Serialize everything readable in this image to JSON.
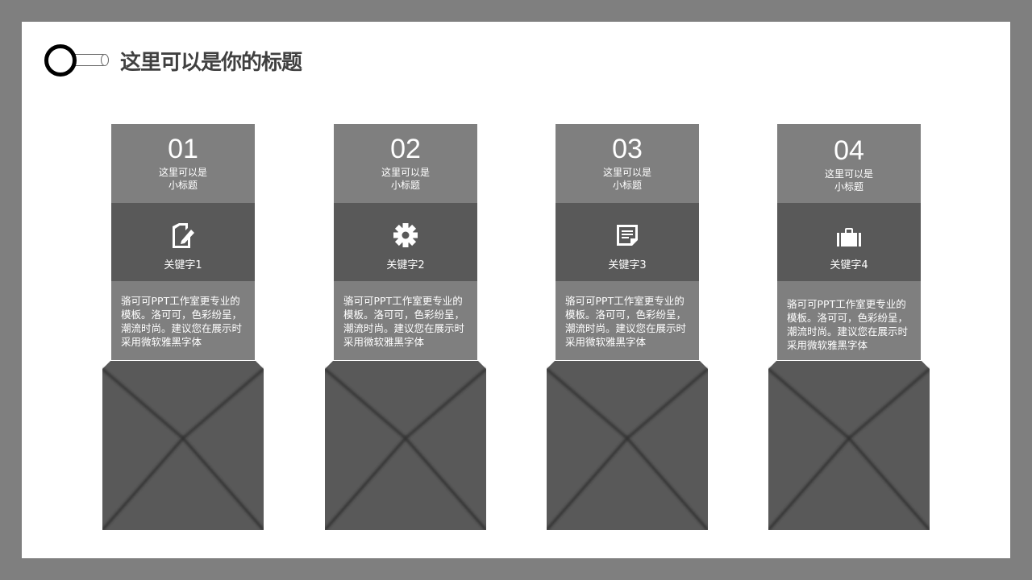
{
  "header": {
    "title": "这里可以是你的标题"
  },
  "cards": [
    {
      "number": "01",
      "subtitle_line1": "这里可以是",
      "subtitle_line2": "小标题",
      "icon": "edit-document-icon",
      "keyword": "关键字1",
      "description": "骆可可PPT工作室更专业的模板。洛可可，色彩纷呈，潮流时尚。建议您在展示时采用微软雅黑字体"
    },
    {
      "number": "02",
      "subtitle_line1": "这里可以是",
      "subtitle_line2": "小标题",
      "icon": "gear-icon",
      "keyword": "关键字2",
      "description": "骆可可PPT工作室更专业的模板。洛可可，色彩纷呈，潮流时尚。建议您在展示时采用微软雅黑字体"
    },
    {
      "number": "03",
      "subtitle_line1": "这里可以是",
      "subtitle_line2": "小标题",
      "icon": "note-icon",
      "keyword": "关键字3",
      "description": "骆可可PPT工作室更专业的模板。洛可可，色彩纷呈，潮流时尚。建议您在展示时采用微软雅黑字体"
    },
    {
      "number": "04",
      "subtitle_line1": "这里可以是",
      "subtitle_line2": "小标题",
      "icon": "briefcase-icon",
      "keyword": "关键字4",
      "description": "骆可可PPT工作室更专业的模板。洛可可，色彩纷呈，潮流时尚。建议您在展示时采用微软雅黑字体"
    }
  ],
  "colors": {
    "frame": "#7f7f7f",
    "panel": "#ffffff",
    "card_light": "#7f7f7f",
    "card_dark": "#595959",
    "envelope": "#595959",
    "title_text": "#404040"
  }
}
